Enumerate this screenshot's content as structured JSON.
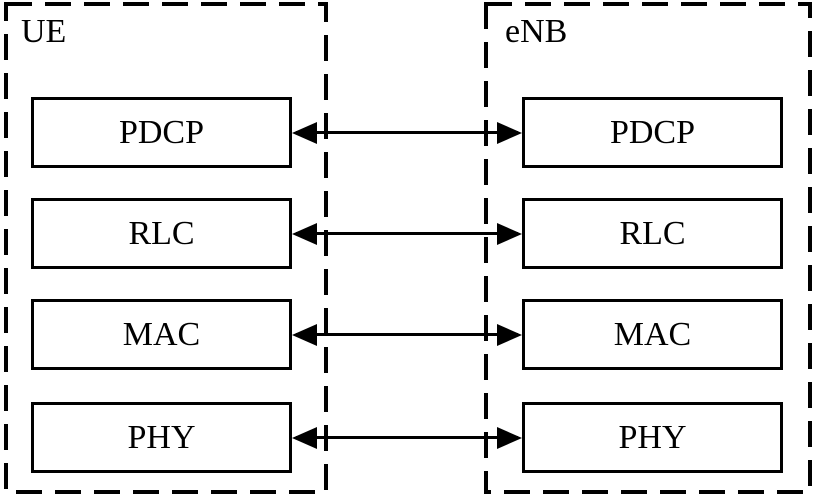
{
  "diagram": {
    "type": "protocol-stack",
    "columns": [
      {
        "id": "ue",
        "title": "UE"
      },
      {
        "id": "enb",
        "title": "eNB"
      }
    ],
    "layers": [
      {
        "label": "PDCP",
        "connection": "bidirectional"
      },
      {
        "label": "RLC",
        "connection": "bidirectional"
      },
      {
        "label": "MAC",
        "connection": "bidirectional"
      },
      {
        "label": "PHY",
        "connection": "bidirectional"
      }
    ]
  },
  "colors": {
    "line": "#000000",
    "background": "#ffffff",
    "text": "#000000"
  }
}
